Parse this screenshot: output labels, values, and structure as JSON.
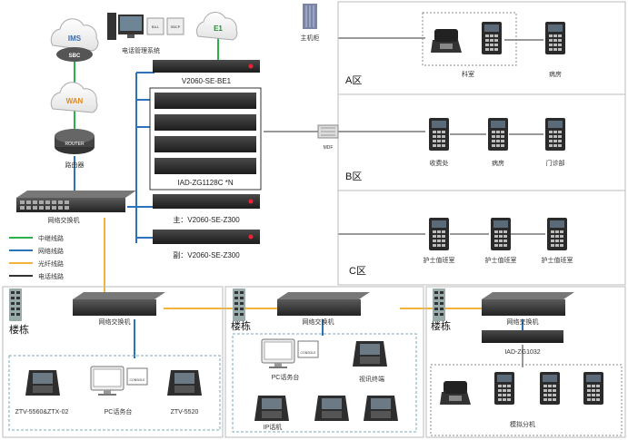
{
  "clouds": {
    "ims": "IMS",
    "sbc": "SBC",
    "wan": "WAN",
    "e1": "E1"
  },
  "router": {
    "icon_text": "ROUTER",
    "caption": "路由器"
  },
  "top_devices": {
    "server_caption": "电话管理系统",
    "bill": "BILL",
    "sbcp": "SBCP",
    "gateway_label": "V2060-SE-BE1",
    "cabinet_caption": "主机柜",
    "stack_label": "IAD-ZG1128C *N",
    "main_gw": "主：V2060-SE-Z300",
    "backup_gw": "副：V2060-SE-Z300",
    "core_switch": "网络交换机",
    "mdf": "MDF"
  },
  "zones": {
    "a": {
      "name": "A区",
      "labels": [
        "科室",
        "病房"
      ]
    },
    "b": {
      "name": "B区",
      "labels": [
        "收费处",
        "病房",
        "门诊部"
      ]
    },
    "c": {
      "name": "C区",
      "labels": [
        "护士值班室",
        "护士值班室",
        "护士值班室"
      ]
    }
  },
  "legend": [
    {
      "label": "中继线路",
      "color": "#2bb34a"
    },
    {
      "label": "网络线路",
      "color": "#2d73b9"
    },
    {
      "label": "光纤线路",
      "color": "#f2b33d"
    },
    {
      "label": "电话线路",
      "color": "#333333"
    }
  ],
  "buildings": {
    "label": "楼栋",
    "switch_label": "网络交换机",
    "b1": {
      "phone1": "ZTV-5560&ZTX-02",
      "pc": "PC话务台",
      "console": "CONSOLE",
      "phone2": "ZTV-5520"
    },
    "b2": {
      "pc": "PC话务台",
      "console": "CONSOLE",
      "video": "视讯终端",
      "ip": "IP话机"
    },
    "b3": {
      "iad": "IAD-ZG1032",
      "analog": "模拟分机"
    }
  }
}
